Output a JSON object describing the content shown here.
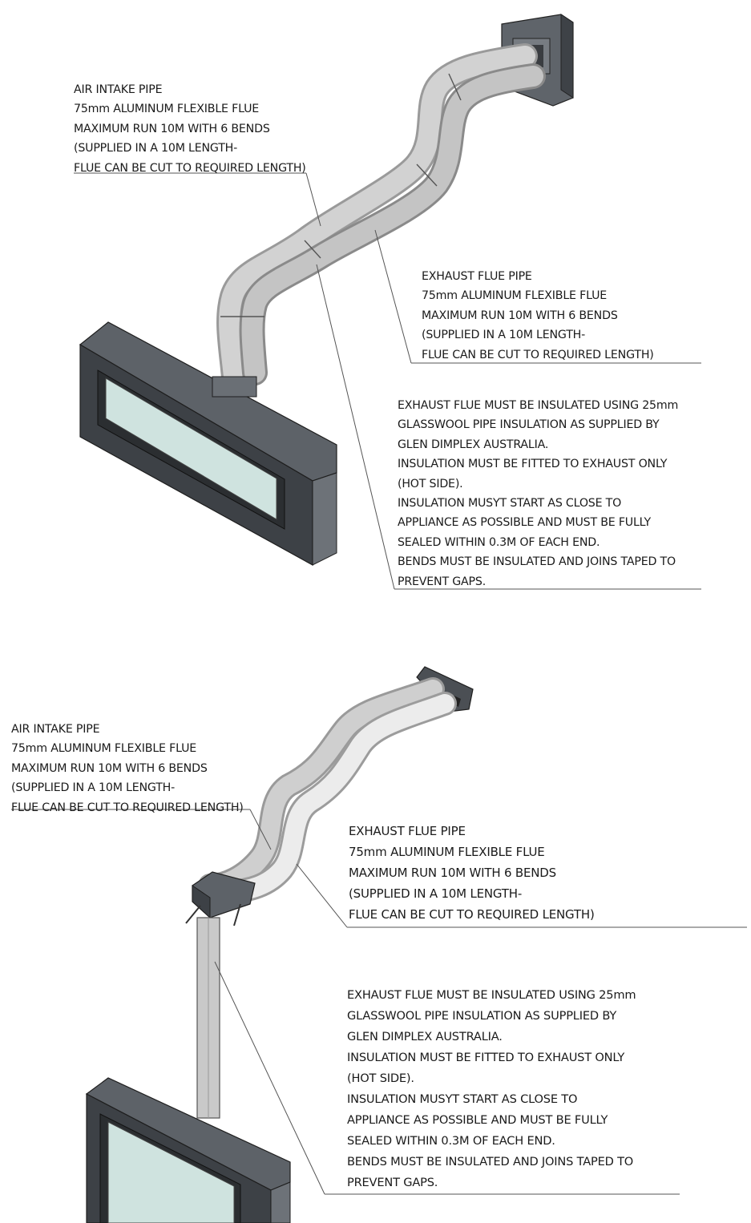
{
  "top": {
    "air_intake": [
      "AIR INTAKE PIPE",
      "75mm ALUMINUM FLEXIBLE FLUE",
      "MAXIMUM RUN 10M WITH 6 BENDS",
      "(SUPPLIED IN A 10M LENGTH-",
      "FLUE CAN BE CUT TO REQUIRED LENGTH)"
    ],
    "exhaust": [
      "EXHAUST FLUE PIPE",
      "75mm ALUMINUM FLEXIBLE FLUE",
      "MAXIMUM RUN 10M WITH 6 BENDS",
      "(SUPPLIED IN A 10M LENGTH-",
      "FLUE CAN BE CUT TO REQUIRED LENGTH)"
    ],
    "insulation_note": [
      "EXHAUST FLUE MUST BE INSULATED USING 25mm",
      "GLASSWOOL PIPE INSULATION AS SUPPLIED BY",
      "GLEN DIMPLEX AUSTRALIA.",
      "INSULATION MUST BE FITTED TO EXHAUST ONLY",
      "(HOT SIDE).",
      "INSULATION MUSYT START AS CLOSE TO",
      "APPLIANCE AS POSSIBLE AND MUST BE FULLY",
      "SEALED WITHIN 0.3M OF EACH END.",
      "BENDS MUST BE INSULATED AND JOINS TAPED TO",
      "PREVENT GAPS."
    ]
  },
  "bottom": {
    "air_intake": [
      "AIR INTAKE PIPE",
      "75mm ALUMINUM FLEXIBLE FLUE",
      "MAXIMUM RUN 10M WITH 6 BENDS",
      "(SUPPLIED IN A 10M LENGTH-",
      "FLUE CAN BE CUT TO REQUIRED LENGTH)"
    ],
    "exhaust": [
      "EXHAUST FLUE PIPE",
      "75mm ALUMINUM FLEXIBLE FLUE",
      "MAXIMUM RUN 10M WITH 6 BENDS",
      "(SUPPLIED IN A 10M LENGTH-",
      "FLUE CAN BE CUT TO REQUIRED LENGTH)"
    ],
    "insulation_note": [
      "EXHAUST FLUE MUST BE INSULATED USING 25mm",
      "GLASSWOOL PIPE INSULATION AS SUPPLIED BY",
      "GLEN DIMPLEX AUSTRALIA.",
      "INSULATION MUST BE FITTED TO EXHAUST ONLY",
      "(HOT SIDE).",
      "INSULATION MUSYT START AS CLOSE TO",
      "APPLIANCE AS POSSIBLE AND MUST BE FULLY",
      "SEALED WITHIN 0.3M OF EACH END.",
      "BENDS MUST BE INSULATED AND JOINS TAPED TO",
      "PREVENT GAPS."
    ]
  },
  "colors": {
    "pipe": "#c9c9c9",
    "pipe_shade": "#8a8a8a",
    "insulation": "#ececec",
    "appliance": "#4a4f55",
    "glass": "#cfe3df",
    "leader": "#555555"
  }
}
